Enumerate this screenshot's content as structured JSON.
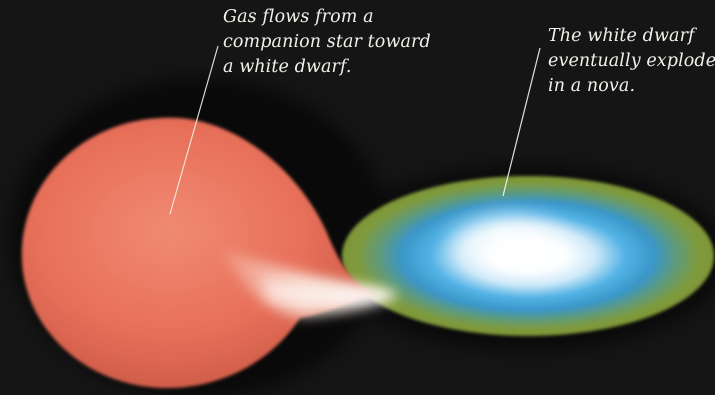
{
  "annotations": {
    "companion": {
      "lines": [
        "Gas flows from a",
        "companion star toward",
        "a white dwarf."
      ]
    },
    "white_dwarf": {
      "lines": [
        "The white dwarf",
        "eventually explodes",
        "in a nova."
      ]
    }
  },
  "colors": {
    "background": "#151515",
    "companion_star": "#e8705a",
    "gas_stream": "#fbe7dc",
    "disk_outer": "#7f9a3c",
    "disk_inner": "#3f9fd2",
    "white_dwarf_core": "#ffffff",
    "caption_text": "#f2f0ea"
  }
}
